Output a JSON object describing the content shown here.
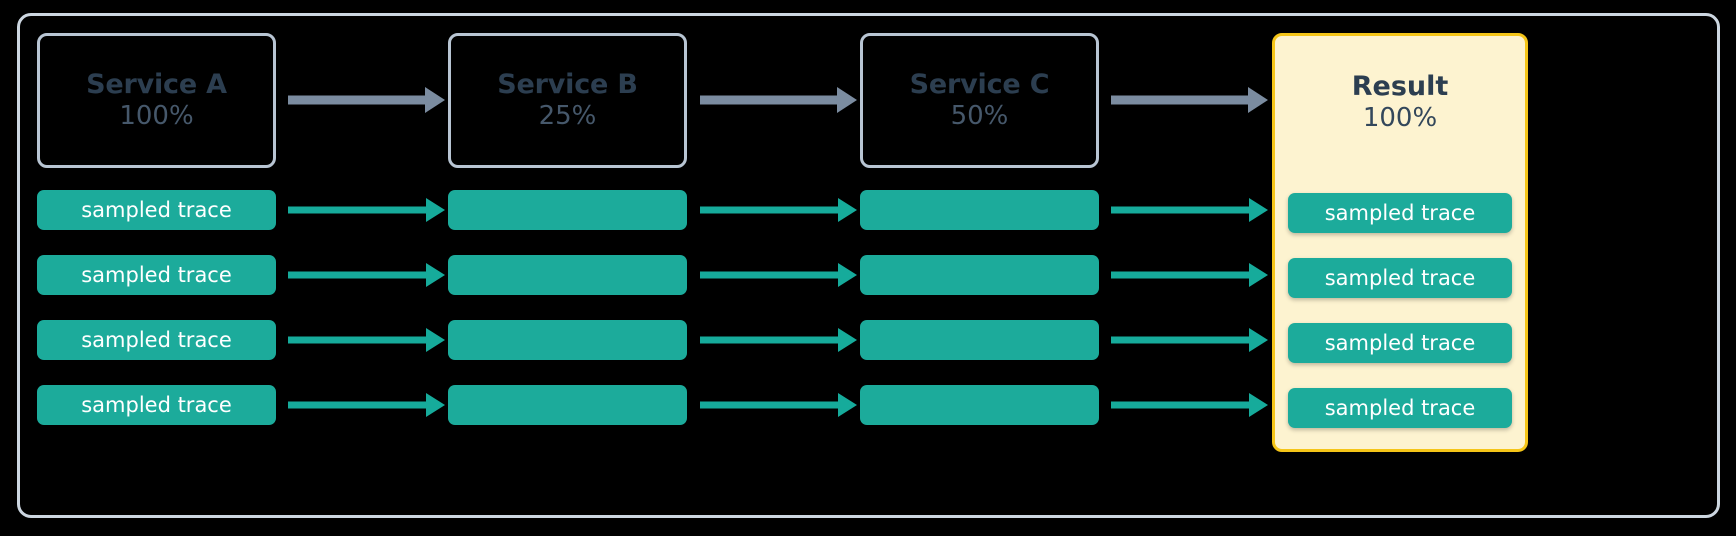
{
  "diagram": {
    "title_visible": false,
    "background_color": "#000000",
    "frame_border_color": "#ccd6e0",
    "accent_colors": {
      "service_text": "#2c3e50",
      "service_pct": "#46586b",
      "service_border": "#b8c5d3",
      "trace_teal": "#1cab9b",
      "arrow_gray": "#7b8ca0",
      "arrow_teal": "#16ab9b",
      "result_fill": "#fdf3d0",
      "result_border": "#f5c518"
    }
  },
  "services": [
    {
      "name": "Service A",
      "percent": "100%"
    },
    {
      "name": "Service B",
      "percent": "25%"
    },
    {
      "name": "Service C",
      "percent": "50%"
    }
  ],
  "result": {
    "name": "Result",
    "percent": "100%",
    "traces": [
      {
        "label": "sampled trace"
      },
      {
        "label": "sampled trace"
      },
      {
        "label": "sampled trace"
      },
      {
        "label": "sampled trace"
      }
    ]
  },
  "trace_rows": {
    "column_a": [
      {
        "label": "sampled trace"
      },
      {
        "label": "sampled trace"
      },
      {
        "label": "sampled trace"
      },
      {
        "label": "sampled trace"
      }
    ],
    "column_b": [
      {
        "label": ""
      },
      {
        "label": ""
      },
      {
        "label": ""
      },
      {
        "label": ""
      }
    ],
    "column_c": [
      {
        "label": ""
      },
      {
        "label": ""
      },
      {
        "label": ""
      },
      {
        "label": ""
      }
    ]
  },
  "arrows": {
    "service_flow_count": 3,
    "trace_flow_rows": 4,
    "trace_flow_per_row": 3
  }
}
